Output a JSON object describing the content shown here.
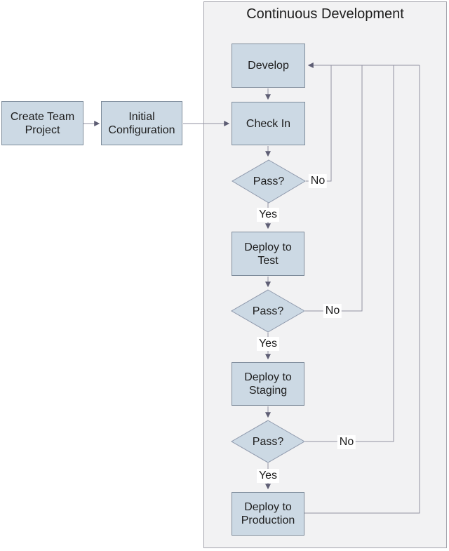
{
  "diagram": {
    "title": "Continuous Development",
    "colors": {
      "node_fill": "#ccd9e4",
      "node_border": "#7e8c9b",
      "diamond_border": "#8f99ac",
      "line": "#9192a2",
      "arrow": "#5e5e74",
      "group_fill": "#f2f2f3",
      "group_border": "#a4a4ac",
      "label_bg": "#ffffff",
      "text": "#1d1d1d",
      "page_bg": "#ffffff"
    },
    "nodes": {
      "create_team_project": {
        "label": "Create Team\nProject"
      },
      "initial_configuration": {
        "label": "Initial\nConfiguration"
      },
      "develop": {
        "label": "Develop"
      },
      "check_in": {
        "label": "Check In"
      },
      "pass_1": {
        "label": "Pass?"
      },
      "deploy_test": {
        "label": "Deploy to\nTest"
      },
      "pass_2": {
        "label": "Pass?"
      },
      "deploy_staging": {
        "label": "Deploy to\nStaging"
      },
      "pass_3": {
        "label": "Pass?"
      },
      "deploy_production": {
        "label": "Deploy to\nProduction"
      }
    },
    "edge_labels": {
      "yes_1": "Yes",
      "no_1": "No",
      "yes_2": "Yes",
      "no_2": "No",
      "yes_3": "Yes",
      "no_3": "No"
    }
  }
}
